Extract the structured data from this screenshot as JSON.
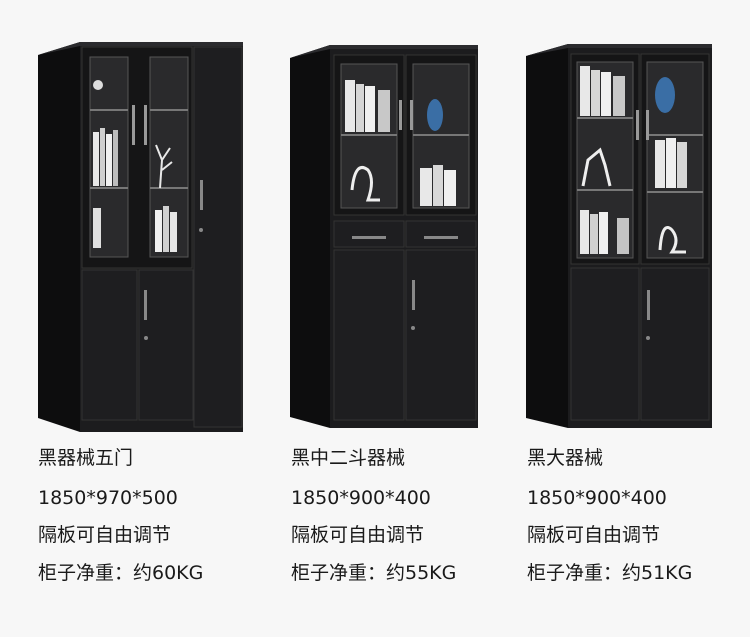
{
  "products": [
    {
      "name": "黑器械五门",
      "dimensions": "1850*970*500",
      "feature": "隔板可自由调节",
      "weight": "柜子净重：约60KG"
    },
    {
      "name": "黑中二斗器械",
      "dimensions": "1850*900*400",
      "feature": "隔板可自由调节",
      "weight": "柜子净重：约55KG"
    },
    {
      "name": "黑大器械",
      "dimensions": "1850*900*400",
      "feature": "隔板可自由调节",
      "weight": "柜子净重：约51KG"
    }
  ],
  "colors": {
    "background": "#f7f7f7",
    "cabinet_body": "#1c1c1e",
    "cabinet_shadow": "#0d0d0e",
    "glass": "#2a2a2c",
    "text": "#1a1a1a"
  },
  "icons": [
    "five-door-cabinet-image",
    "two-drawer-cabinet-image",
    "large-cabinet-image"
  ]
}
